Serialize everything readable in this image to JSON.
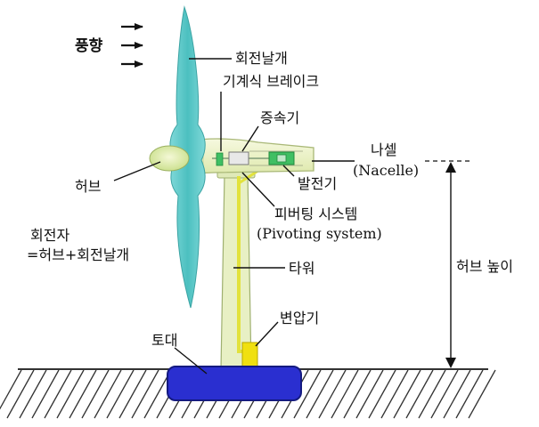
{
  "labels": {
    "wind_direction": "풍향",
    "blade": "회전날개",
    "mechanical_brake": "기계식 브레이크",
    "gearbox": "증속기",
    "nacelle_ko": "나셀",
    "nacelle_en": "(Nacelle)",
    "hub": "허브",
    "generator": "발전기",
    "pivoting_ko": "피버팅 시스템",
    "pivoting_en": "(Pivoting system)",
    "rotor_line1": "회전자",
    "rotor_line2": "=허브+회전날개",
    "tower": "타워",
    "hub_height": "허브 높이",
    "transformer": "변압기",
    "foundation": "토대"
  },
  "colors": {
    "blade": "#5fc9c9",
    "nacelle": "#eef3c8",
    "tower": "#e8f0c4",
    "cable": "#e2e23c",
    "generator": "#3fbf63",
    "transformer": "#f0e010",
    "foundation": "#2a2fd0",
    "ground_hatch": "#333333"
  }
}
